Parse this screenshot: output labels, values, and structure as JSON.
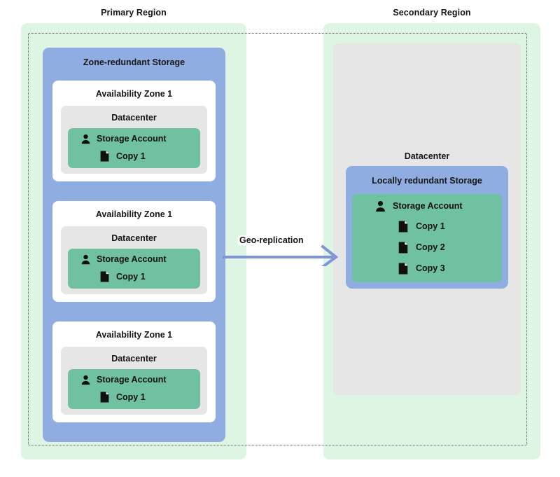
{
  "diagram": {
    "title_primary": "Primary Region",
    "title_secondary": "Secondary Region",
    "colors": {
      "region_panel": "#DFF5E3",
      "storage_wrapper_blue": "#90ADE2",
      "datacenter_gray": "#E6E6E6",
      "storage_account_green": "#6FC1A1",
      "zone_card_white": "#FFFFFF",
      "arrow_blue": "#8095D8",
      "text": "#161616",
      "dotted_boundary": "#555555"
    }
  },
  "primary_region": {
    "title": "Primary Region",
    "storage_type": "Zone-redundant Storage",
    "zones": [
      {
        "title": "Availability Zone 1",
        "datacenter": "Datacenter",
        "storage_account": "Storage Account",
        "account_icon": "person-icon",
        "copies": [
          {
            "label": "Copy 1",
            "icon": "document-icon"
          }
        ]
      },
      {
        "title": "Availability Zone 1",
        "datacenter": "Datacenter",
        "storage_account": "Storage Account",
        "account_icon": "person-icon",
        "copies": [
          {
            "label": "Copy 1",
            "icon": "document-icon"
          }
        ]
      },
      {
        "title": "Availability Zone 1",
        "datacenter": "Datacenter",
        "storage_account": "Storage Account",
        "account_icon": "person-icon",
        "copies": [
          {
            "label": "Copy 1",
            "icon": "document-icon"
          }
        ]
      }
    ]
  },
  "secondary_region": {
    "title": "Secondary Region",
    "datacenter": "Datacenter",
    "storage_type": "Locally redundant Storage",
    "storage_account": "Storage Account",
    "account_icon": "person-icon",
    "copies": [
      {
        "label": "Copy 1",
        "icon": "document-icon"
      },
      {
        "label": "Copy 2",
        "icon": "document-icon"
      },
      {
        "label": "Copy 3",
        "icon": "document-icon"
      }
    ]
  },
  "connector": {
    "label": "Geo-replication",
    "direction": "primary-to-secondary",
    "icon": "arrow-right-icon"
  }
}
